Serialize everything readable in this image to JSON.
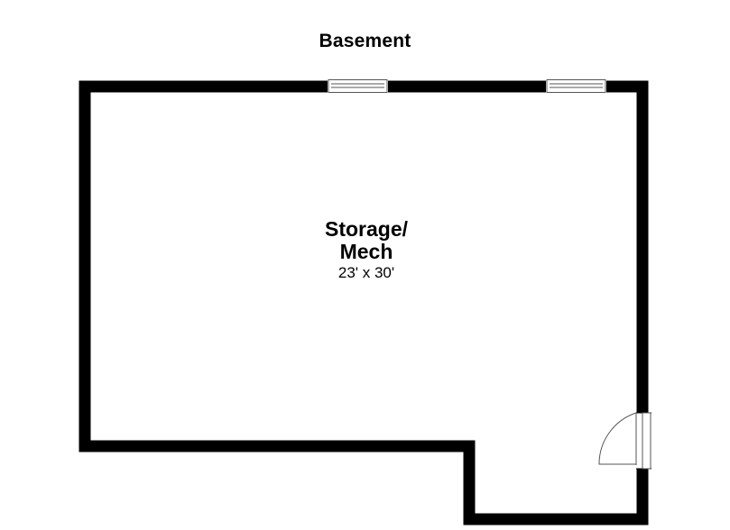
{
  "floor": {
    "title": "Basement"
  },
  "rooms": [
    {
      "name_line1": "Storage/",
      "name_line2": "Mech",
      "dimensions": "23' x 30'"
    }
  ],
  "colors": {
    "wall": "#000000",
    "background": "#ffffff",
    "window_frame": "#555555"
  }
}
